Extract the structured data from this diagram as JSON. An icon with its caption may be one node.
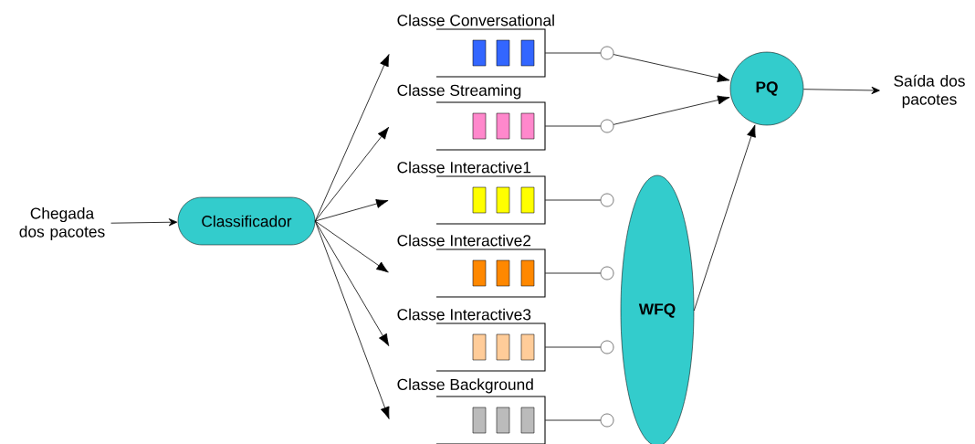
{
  "diagram": {
    "nodes": [
      {
        "text": [
          "Chegada dos pacotes"
        ]
      },
      {
        "text": [
          "Classificador"
        ]
      },
      {
        "text": [
          "Classe Conversational"
        ]
      },
      {
        "text": [
          "Classe Streaming"
        ]
      },
      {
        "text": [
          "Classe Interactive1"
        ]
      },
      {
        "text": [
          "Classe Interactive2"
        ]
      },
      {
        "text": [
          "Classe Interactive3"
        ]
      },
      {
        "text": [
          "Classe Background"
        ]
      },
      {
        "text": [],
        "shape": "circle"
      },
      {
        "text": [],
        "shape": "circle"
      },
      {
        "text": [],
        "shape": "circle"
      },
      {
        "text": [],
        "shape": "circle"
      },
      {
        "text": [],
        "shape": "circle"
      },
      {
        "text": [],
        "shape": "circle"
      },
      {
        "text": [
          "WFQ"
        ]
      },
      {
        "text": [
          "PQ"
        ]
      },
      {
        "text": [
          "Saída dos pacotes"
        ]
      }
    ],
    "edges": [
      {
        "from": 0,
        "to": 1,
        "arrow": "to"
      },
      {
        "from": 1,
        "to": 2,
        "arrow": "to"
      },
      {
        "from": 1,
        "to": 3,
        "arrow": "to"
      },
      {
        "from": 1,
        "to": 4,
        "arrow": "to"
      },
      {
        "from": 1,
        "to": 5,
        "arrow": "to"
      },
      {
        "from": 1,
        "to": 6,
        "arrow": "to"
      },
      {
        "from": 1,
        "to": 7,
        "arrow": "to"
      },
      {
        "from": 2,
        "to": 8,
        "arrow": "none"
      },
      {
        "from": 3,
        "to": 9,
        "arrow": "none"
      },
      {
        "from": 4,
        "to": 10,
        "arrow": "none"
      },
      {
        "from": 5,
        "to": 11,
        "arrow": "none"
      },
      {
        "from": 6,
        "to": 12,
        "arrow": "none"
      },
      {
        "from": 7,
        "to": 13,
        "arrow": "none"
      },
      {
        "from": 8,
        "to": 15,
        "arrow": "to"
      },
      {
        "from": 9,
        "to": 15,
        "arrow": "to"
      },
      {
        "from": 14,
        "to": 15,
        "arrow": "to"
      },
      {
        "from": 15,
        "to": 16,
        "arrow": "to"
      }
    ]
  }
}
